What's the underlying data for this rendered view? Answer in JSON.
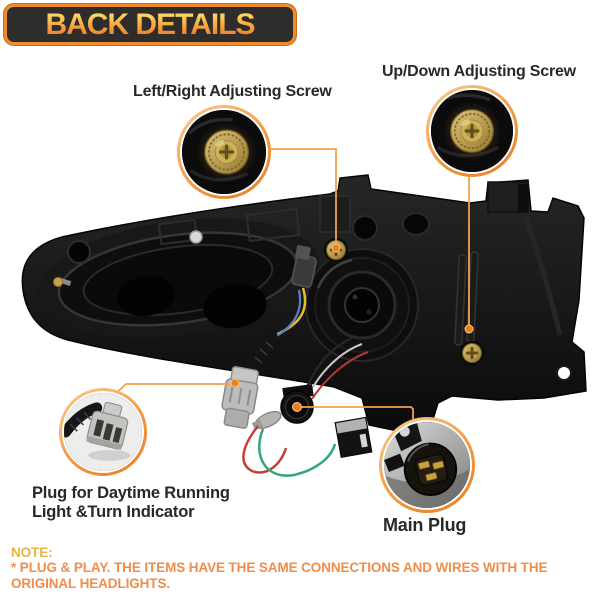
{
  "banner": {
    "title": "BACK DETAILS"
  },
  "labels": {
    "left_right": "Left/Right Adjusting Screw",
    "up_down": "Up/Down Adjusting Screw",
    "drl_line1": "Plug for Daytime Running",
    "drl_line2": "Light &Turn Indicator",
    "main_plug": "Main Plug"
  },
  "note": {
    "heading": "NOTE:",
    "line1": " * PLUG & PLAY. THE ITEMS HAVE THE SAME CONNECTIONS AND WIRES WITH THE",
    "line2": "ORIGINAL HEADLIGHTS."
  },
  "colors": {
    "accent_orange": "#f0923c",
    "banner_background": "#2e2d2b",
    "banner_border": "#ef8a2f",
    "banner_text_top": "#fdd463",
    "banner_text_bottom": "#ee7227",
    "label_text": "#282828",
    "note_heading": "#ecb242",
    "note_body": "#f08d49",
    "connector_line": "#f2a14b",
    "connector_dot": "#ee7f1f"
  }
}
